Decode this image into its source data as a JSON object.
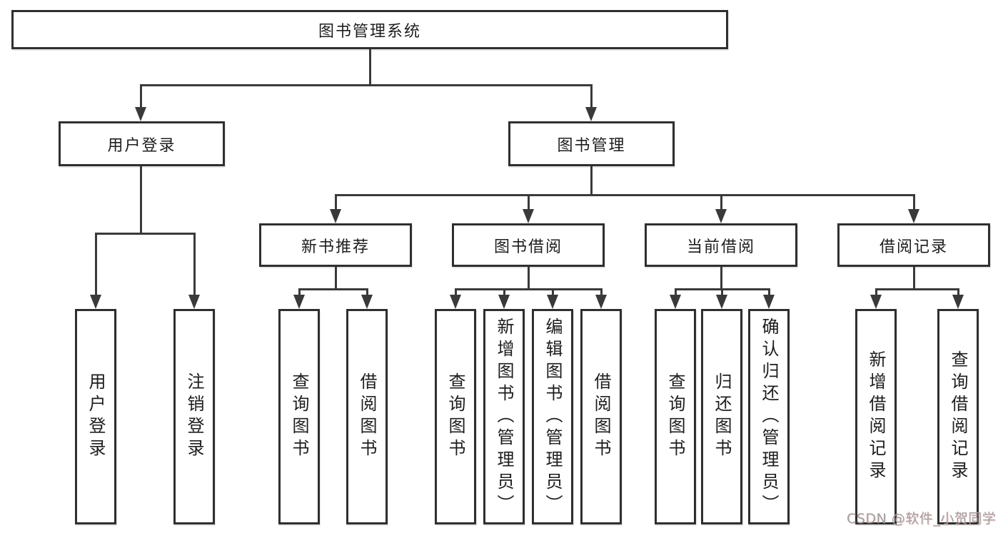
{
  "diagram": {
    "nodes": {
      "root": "图书管理系统",
      "user_login": "用户登录",
      "book_mgmt": "图书管理",
      "new_book_rec": "新书推荐",
      "book_borrow": "图书借阅",
      "current_borrow": "当前借阅",
      "borrow_record": "借阅记录",
      "leaf_user_login": "用户登录",
      "leaf_logout": "注销登录",
      "rec_query_book": "查询图书",
      "rec_borrow_book": "借阅图书",
      "bb_query_book": "查询图书",
      "bb_add_book": "新增图书（管理员）",
      "bb_edit_book": "编辑图书（管理员）",
      "bb_borrow_book": "借阅图书",
      "cb_query_book": "查询图书",
      "cb_return_book": "归还图书",
      "cb_confirm_return": "确认归还（管理员）",
      "br_add_record": "新增借阅记录",
      "br_query_record": "查询借阅记录"
    },
    "colors": {
      "line": "#3a3a3a",
      "text": "#1d1d1d",
      "watermark": "#a0a0a0"
    }
  },
  "watermark": "CSDN @软件_小贺同学"
}
